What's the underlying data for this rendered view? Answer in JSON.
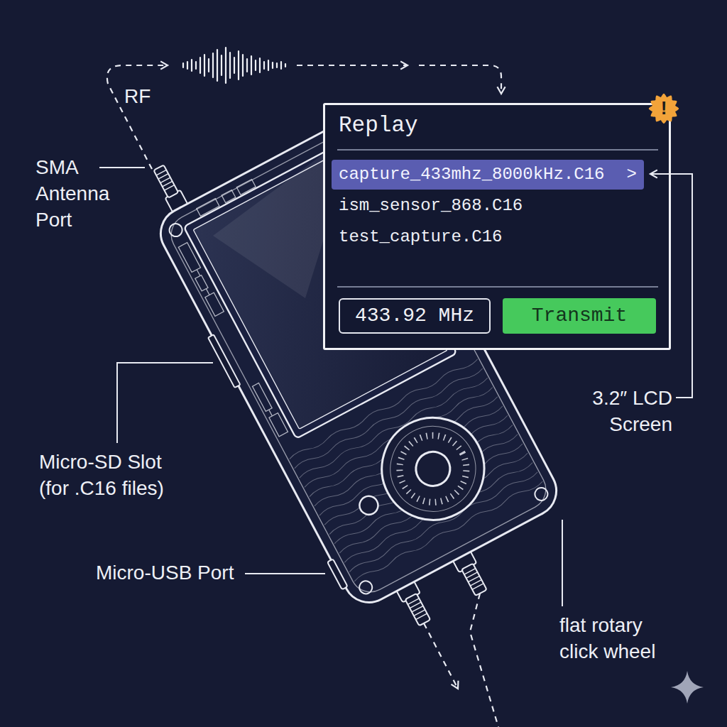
{
  "diagram": {
    "nodes": [
      {
        "text": [
          "Replay",
          "ism_sensor_868.C16",
          "test_capture.C16"
        ]
      },
      {
        "text": [
          "!"
        ],
        "in": 0
      },
      {
        "text": [
          "capture_433mhz_8000kHz.C16",
          ">"
        ],
        "in": 0
      },
      {
        "text": [
          "433.92 MHz"
        ],
        "in": 0
      },
      {
        "text": [
          "Transmit"
        ],
        "in": 0
      }
    ],
    "labels": [
      "RF",
      "SMA Antenna Port",
      "3.2″ LCD Screen",
      "Micro-SD Slot (for .C16 files)",
      "Micro-USB Port",
      "flat rotary click wheel"
    ]
  }
}
